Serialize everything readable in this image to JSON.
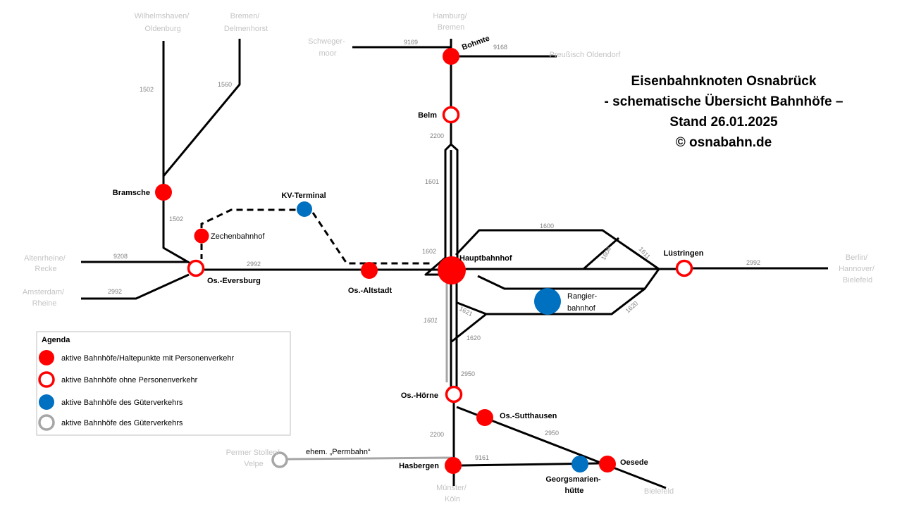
{
  "title": {
    "line1": "Eisenbahnknoten Osnabrück",
    "line2": "- schematische Übersicht Bahnhöfe –",
    "line3": "Stand 26.01.2025",
    "line4": "© osnabahn.de"
  },
  "colors": {
    "passenger": "#ff0000",
    "freight": "#0070c0",
    "inactive": "#a6a6a6",
    "track": "#000000"
  },
  "directions": {
    "wilhelmshaven": [
      "Wilhelmshaven/",
      "Oldenburg"
    ],
    "bremen": [
      "Bremen/",
      "Delmenhorst"
    ],
    "hamburg": [
      "Hamburg/",
      "Bremen"
    ],
    "schwegermoor": [
      "Schweger-",
      "moor"
    ],
    "pr_oldendorf": [
      "Preußisch Oldendorf"
    ],
    "altenrheine": [
      "Altenrheine/",
      "Recke"
    ],
    "amsterdam": [
      "Amsterdam/",
      "Rheine"
    ],
    "berlin": [
      "Berlin/",
      "Hannover/",
      "Bielefeld"
    ],
    "permer": [
      "Permer Stollen/",
      "Velpe"
    ],
    "muenster": [
      "Münster/",
      "Köln"
    ],
    "bielefeld": [
      "Bielefeld"
    ]
  },
  "stations": {
    "bohmte": {
      "name": "Bohmte",
      "color": "#ff0000",
      "filled": true
    },
    "belm": {
      "name": "Belm",
      "color": "#ff0000",
      "filled": false
    },
    "bramsche": {
      "name": "Bramsche",
      "color": "#ff0000",
      "filled": true
    },
    "kv_terminal": {
      "name": "KV-Terminal",
      "color": "#0070c0",
      "filled": true
    },
    "zechenbahnhof": {
      "name": "Zechenbahnhof",
      "color": "#ff0000",
      "filled": true
    },
    "hauptbahnhof": {
      "name": "Hauptbahnhof",
      "color": "#ff0000",
      "filled": true
    },
    "luestringen": {
      "name": "Lüstringen",
      "color": "#ff0000",
      "filled": false
    },
    "eversburg": {
      "name": "Os.-Eversburg",
      "color": "#ff0000",
      "filled": false
    },
    "altstadt": {
      "name": "Os.-Altstadt",
      "color": "#ff0000",
      "filled": true
    },
    "rangierbahnhof": {
      "name": [
        "Rangier-",
        "bahnhof"
      ],
      "color": "#0070c0",
      "filled": true
    },
    "hoerne": {
      "name": "Os.-Hörne",
      "color": "#ff0000",
      "filled": false
    },
    "sutthausen": {
      "name": "Os.-Sutthausen",
      "color": "#ff0000",
      "filled": true
    },
    "hasbergen": {
      "name": "Hasbergen",
      "color": "#ff0000",
      "filled": true
    },
    "oesede": {
      "name": "Oesede",
      "color": "#ff0000",
      "filled": true
    },
    "georgsmarienhuette": {
      "name": [
        "Georgsmarien-",
        "hütte"
      ],
      "color": "#0070c0",
      "filled": true
    },
    "permer_stollen": {
      "color": "#a6a6a6",
      "filled": false
    }
  },
  "labels": {
    "permbahn": "ehem. „Permbahn“"
  },
  "line_numbers": [
    "1502",
    "1560",
    "9169",
    "9168",
    "2200",
    "1601",
    "1502",
    "1600",
    "1602",
    "9208",
    "2992",
    "2992",
    "1600",
    "1611",
    "2992",
    "1621",
    "1620",
    "1601",
    "1620",
    "2950",
    "2200",
    "2950",
    "9161"
  ],
  "legend": {
    "title": "Agenda",
    "items": [
      {
        "label": "aktive Bahnhöfe/Haltepunkte mit Personenverkehr",
        "color": "#ff0000",
        "filled": true
      },
      {
        "label": "aktive Bahnhöfe ohne Personenverkehr",
        "color": "#ff0000",
        "filled": false
      },
      {
        "label": "aktive Bahnhöfe des Güterverkehrs",
        "color": "#0070c0",
        "filled": true
      },
      {
        "label": "aktive Bahnhöfe des Güterverkehrs",
        "color": "#a6a6a6",
        "filled": false
      }
    ]
  }
}
